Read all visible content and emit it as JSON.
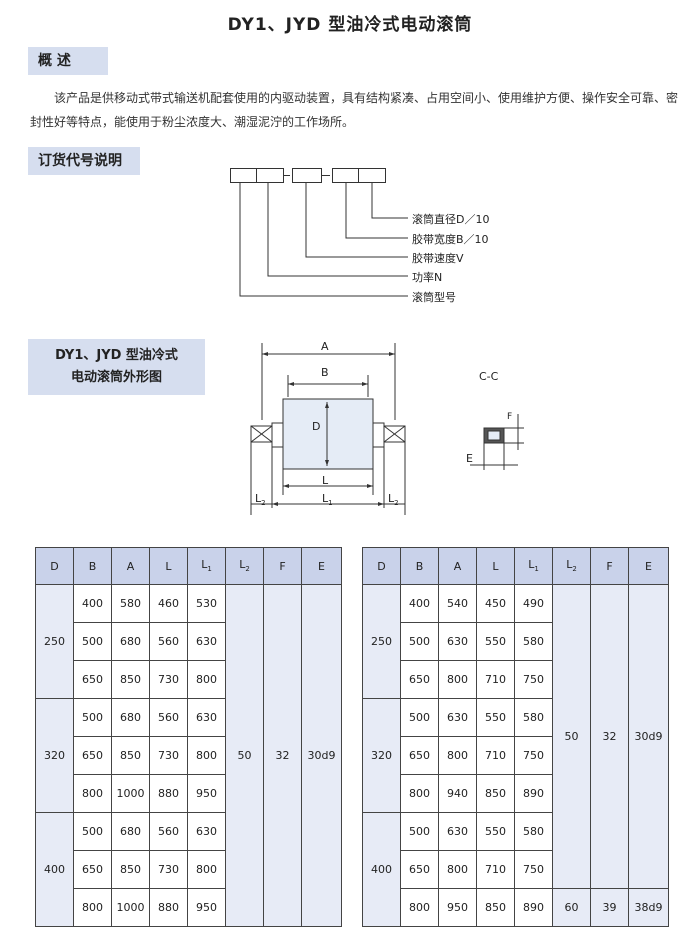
{
  "title": "DY1、JYD 型油冷式电动滚筒",
  "overview": {
    "heading": "概 述",
    "text": "该产品是供移动式带式输送机配套使用的内驱动装置，具有结构紧凑、占用空间小、使用维护方便、操作安全可靠、密封性好等特点，能使用于粉尘浓度大、潮湿泥泞的工作场所。"
  },
  "order_code": {
    "heading": "订货代号说明",
    "items": [
      "滚筒直径D／10",
      "胶带宽度B／10",
      "胶带速度V",
      "功率N",
      "滚筒型号"
    ]
  },
  "figure": {
    "heading_line1": "DY1、JYD 型油冷式",
    "heading_line2": "电动滚筒外形图",
    "labels": {
      "A": "A",
      "B": "B",
      "D": "D",
      "L": "L",
      "L1": "L",
      "L1_sub": "1",
      "L2": "L",
      "L2_sub": "2"
    },
    "section": {
      "title": "C-C",
      "E": "E",
      "F": "F"
    }
  },
  "table_headers": [
    "D",
    "B",
    "A",
    "L",
    "L",
    "L",
    "F",
    "E"
  ],
  "header_subs": {
    "L1": "1",
    "L2": "2"
  },
  "left_table": {
    "groups": [
      {
        "D": "250",
        "rows": [
          [
            "400",
            "580",
            "460",
            "530"
          ],
          [
            "500",
            "680",
            "560",
            "630"
          ],
          [
            "650",
            "850",
            "730",
            "800"
          ]
        ]
      },
      {
        "D": "320",
        "rows": [
          [
            "500",
            "680",
            "560",
            "630"
          ],
          [
            "650",
            "850",
            "730",
            "800"
          ],
          [
            "800",
            "1000",
            "880",
            "950"
          ]
        ]
      },
      {
        "D": "400",
        "rows": [
          [
            "500",
            "680",
            "560",
            "630"
          ],
          [
            "650",
            "850",
            "730",
            "800"
          ],
          [
            "800",
            "1000",
            "880",
            "950"
          ]
        ]
      }
    ],
    "L2": "50",
    "F": "32",
    "E": "30d9"
  },
  "right_table": {
    "groups": [
      {
        "D": "250",
        "rows": [
          [
            "400",
            "540",
            "450",
            "490"
          ],
          [
            "500",
            "630",
            "550",
            "580"
          ],
          [
            "650",
            "800",
            "710",
            "750"
          ]
        ]
      },
      {
        "D": "320",
        "rows": [
          [
            "500",
            "630",
            "550",
            "580"
          ],
          [
            "650",
            "800",
            "710",
            "750"
          ],
          [
            "800",
            "940",
            "850",
            "890"
          ]
        ]
      },
      {
        "D": "400",
        "rows": [
          [
            "500",
            "630",
            "550",
            "580"
          ],
          [
            "650",
            "800",
            "710",
            "750"
          ],
          [
            "800",
            "950",
            "850",
            "890"
          ]
        ]
      }
    ],
    "merged": {
      "L2": "50",
      "F": "32",
      "E": "30d9"
    },
    "last_row": {
      "L2": "60",
      "F": "39",
      "E": "38d9"
    }
  }
}
